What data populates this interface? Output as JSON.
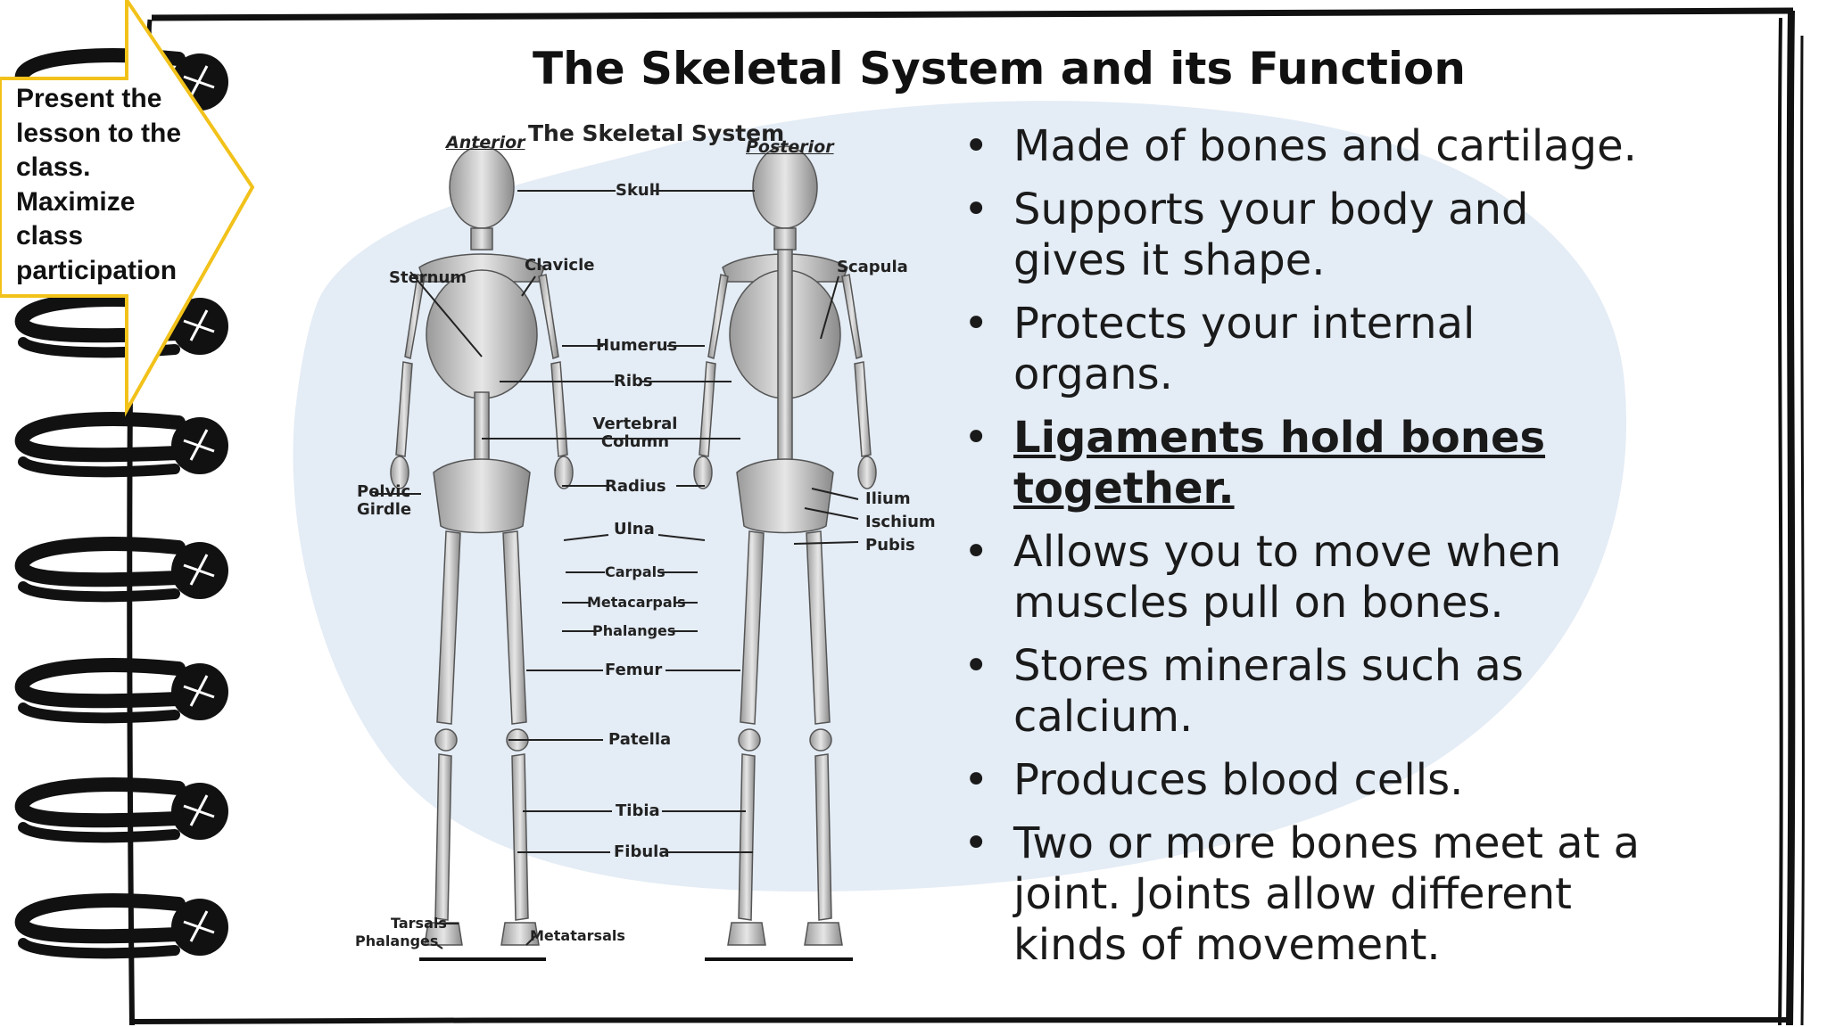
{
  "slide": {
    "title": "The Skeletal System and its Function",
    "callout": "Present the lesson to the class. Maximize class participation",
    "bullets": [
      {
        "text": "Made of bones and cartilage.",
        "bold": false
      },
      {
        "text": "Supports your body and gives it shape.",
        "bold": false
      },
      {
        "text": "Protects your internal organs.",
        "bold": false
      },
      {
        "text": "Ligaments hold bones together.",
        "bold": true
      },
      {
        "text": "Allows you to move when muscles pull on bones.",
        "bold": false
      },
      {
        "text": "Stores minerals such as calcium.",
        "bold": false
      },
      {
        "text": "Produces blood cells.",
        "bold": false
      },
      {
        "text": "Two or more bones meet at a joint.  Joints allow different kinds of movement.",
        "bold": false
      }
    ]
  },
  "diagram": {
    "heading": "The Skeletal System",
    "anterior": "Anterior",
    "posterior": "Posterior",
    "labels": {
      "skull": "Skull",
      "sternum": "Sternum",
      "clavicle": "Clavicle",
      "scapula": "Scapula",
      "humerus": "Humerus",
      "ribs": "Ribs",
      "vertebral": "Vertebral Column",
      "pelvic": "Pelvic Girdle",
      "radius": "Radius",
      "ilium": "Ilium",
      "ischium": "Ischium",
      "pubis": "Pubis",
      "ulna": "Ulna",
      "carpals": "Carpals",
      "metacarpals": "Metacarpals",
      "phalanges": "Phalanges",
      "femur": "Femur",
      "patella": "Patella",
      "tibia": "Tibia",
      "fibula": "Fibula",
      "tarsals": "Tarsals",
      "phalanges_foot": "Phalanges",
      "metatarsals": "Metatarsals"
    }
  },
  "colors": {
    "callout_border": "#f2c21b",
    "blob": "#e4ecf5",
    "ink": "#111111"
  }
}
